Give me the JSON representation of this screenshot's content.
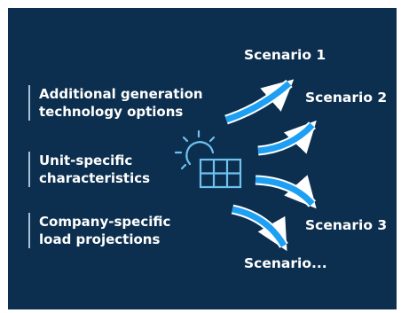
{
  "colors": {
    "background": "#0c2f4f",
    "text": "#ffffff",
    "accent_line": "#a7c1d6",
    "arrow_blue": "#1d9ff3",
    "icon_blue": "#6fc2f0"
  },
  "inputs": [
    {
      "label": "Additional generation\ntechnology options"
    },
    {
      "label": "Unit-specific\ncharacteristics"
    },
    {
      "label": "Company-specific\nload projections"
    }
  ],
  "center_icon": "sun-solar-panel-icon",
  "scenarios": [
    {
      "label": "Scenario 1"
    },
    {
      "label": "Scenario 2"
    },
    {
      "label": "Scenario 3"
    },
    {
      "label": "Scenario..."
    }
  ]
}
